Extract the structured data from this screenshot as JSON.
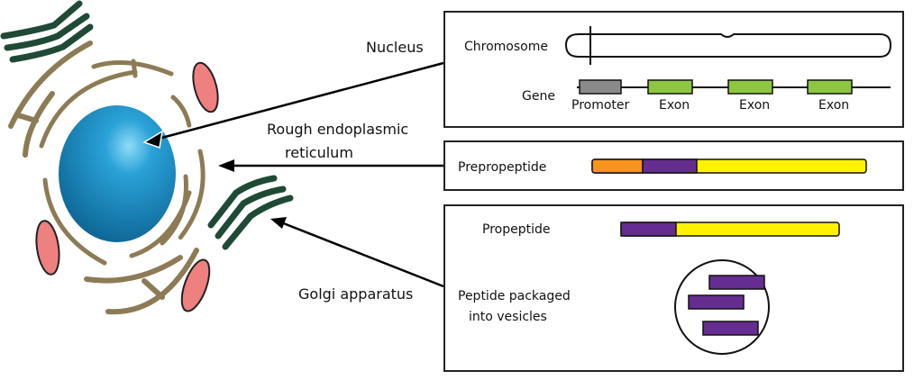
{
  "labels": {
    "nucleus": "Nucleus",
    "rer_line1": "Rough endoplasmic",
    "rer_line2": "reticulum",
    "golgi": "Golgi apparatus"
  },
  "gene_box": {
    "chromosome": "Chromosome",
    "gene": "Gene",
    "promoter": "Promoter",
    "exons": [
      "Exon",
      "Exon",
      "Exon"
    ]
  },
  "prepro_box": {
    "label": "Prepropeptide"
  },
  "pro_box": {
    "label": "Propeptide",
    "vesicle_line1": "Peptide packaged",
    "vesicle_line2": "into vesicles"
  },
  "colors": {
    "nucleus": "#1a8cc4",
    "er": "#8c7b55",
    "golgi": "#1f4a35",
    "mitochondria": "#ee8080",
    "promoter": "#8a8a8a",
    "exon": "#8dc63f",
    "signal": "#f7941d",
    "pro": "#662d91",
    "peptide": "#fff200"
  }
}
